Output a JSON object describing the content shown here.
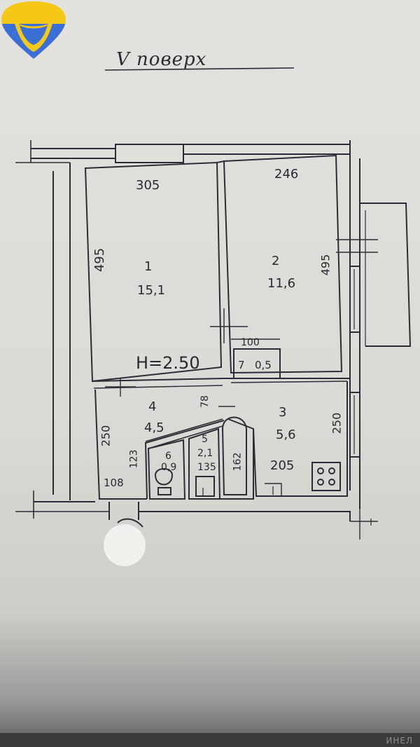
{
  "title": "V поверх",
  "logo": {
    "icon": "location-pin-logo-icon",
    "colors": {
      "top": "#f4c815",
      "bottom": "#3a6fd8"
    }
  },
  "rooms": [
    {
      "id": "1",
      "area": "15,1",
      "width": "305",
      "height": "495"
    },
    {
      "id": "2",
      "area": "11,6",
      "width": "246",
      "height": "495"
    },
    {
      "id": "3",
      "area": "5,6",
      "width": "205",
      "height": "250"
    },
    {
      "id": "4",
      "area": "4,5",
      "width": "108",
      "height": "250"
    },
    {
      "id": "5",
      "area": "2,1",
      "width": "135",
      "height": "162"
    },
    {
      "id": "6",
      "area": "0,9"
    },
    {
      "id": "7",
      "area": "0,5",
      "width": "100"
    }
  ],
  "ceiling_height": "H=2.50",
  "dims": {
    "d78": "78",
    "d123": "123"
  },
  "footer": "ИНЕЛ"
}
